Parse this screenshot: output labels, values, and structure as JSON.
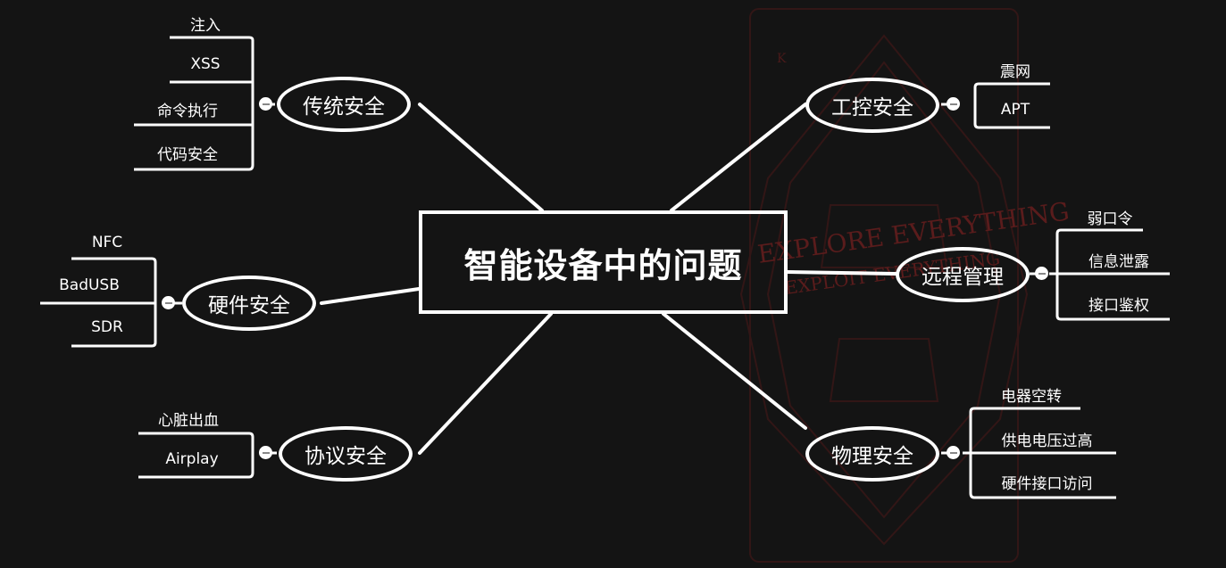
{
  "root": {
    "label": "智能设备中的问题"
  },
  "topics": {
    "traditional": {
      "label": "传统安全",
      "children": [
        "注入",
        "XSS",
        "命令执行",
        "代码安全"
      ]
    },
    "hardware": {
      "label": "硬件安全",
      "children": [
        "NFC",
        "BadUSB",
        "SDR"
      ]
    },
    "protocol": {
      "label": "协议安全",
      "children": [
        "心脏出血",
        "Airplay"
      ]
    },
    "ics": {
      "label": "工控安全",
      "children": [
        "震网",
        "APT"
      ]
    },
    "remote": {
      "label": "远程管理",
      "children": [
        "弱口令",
        "信息泄露",
        "接口鉴权"
      ]
    },
    "physical": {
      "label": "物理安全",
      "children": [
        "电器空转",
        "供电电压过高",
        "硬件接口访问"
      ]
    }
  },
  "background": {
    "card_banner": "EXPLORE EVERYTHING",
    "card_sub": "EXPLOIT EVERYTHING",
    "card_corner": "K"
  },
  "colors": {
    "background": "#141414",
    "line": "#ffffff",
    "card": "#5a1414"
  }
}
